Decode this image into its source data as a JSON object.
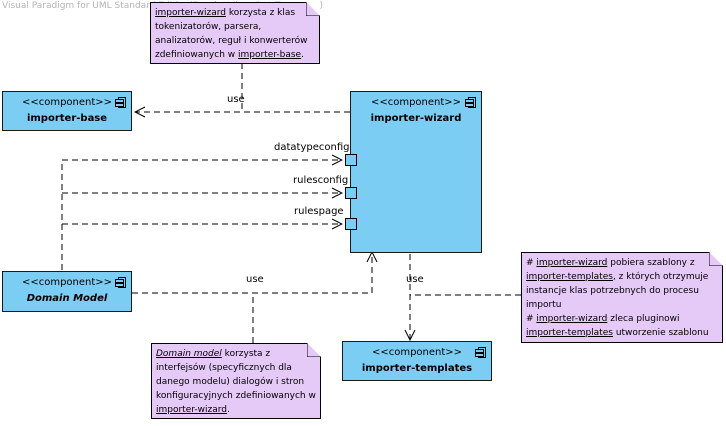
{
  "watermark": "Visual Paradigm for UML Standard Edition(Bosch Universitat Tarragona)",
  "components": {
    "importer_base": {
      "stereotype": "<<component>>",
      "name": "importer-base"
    },
    "importer_wizard": {
      "stereotype": "<<component>>",
      "name": "importer-wizard"
    },
    "domain_model": {
      "stereotype": "<<component>>",
      "name": "Domain Model"
    },
    "importer_templates": {
      "stereotype": "<<component>>",
      "name": "importer-templates"
    }
  },
  "ports": {
    "datatypeconfig": "datatypeconfig",
    "rulesconfig": "rulesconfig",
    "rulespage": "rulespage"
  },
  "edges": {
    "use_base": "use",
    "use_domain": "use",
    "use_templates": "use"
  },
  "notes": {
    "top": {
      "ref1": "importer-wizard",
      "t1": " korzysta z klas tokenizatorów, parsera, analizatorów, reguł i konwerterów zdefiniowanych w ",
      "ref2": "importer-base",
      "t2": "."
    },
    "bottom": {
      "ref1": "Domain model",
      "t1": " korzysta z interfejsów (specyficznych dla danego modelu) dialogów i stron konfiguracyjnych zdefiniowanych w ",
      "ref2": "importer-wizard",
      "t2": "."
    },
    "right": {
      "p1": "# ",
      "ref1": "importer-wizard",
      "t1": " pobiera szablony z ",
      "ref2": "importer-templates",
      "t2": ", z których otrzymuje instancje klas potrzebnych do procesu importu",
      "p2": "# ",
      "ref3": "importer-wizard",
      "t3": " zleca pluginowi ",
      "ref4": "importer-templates",
      "t4": " utworzenie szablonu"
    }
  },
  "colors": {
    "component_fill": "#7ccdf4",
    "note_fill": "#e5c9f7"
  }
}
